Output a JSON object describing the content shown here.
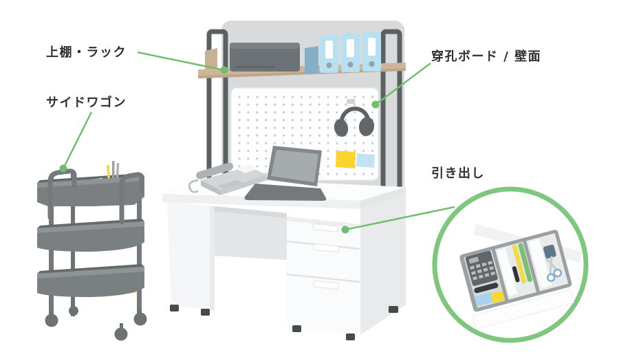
{
  "labels": {
    "top_shelf": "上棚・ラック",
    "side_wagon": "サイドワゴン",
    "pegboard_wall": "穿孔ボード / 壁面",
    "drawer": "引き出し"
  },
  "colors": {
    "accent_green": "#6fbe6e",
    "detail_ring_green": "#7fc67f",
    "wood_shelf": "#cdb69c",
    "binder_blue": "#b7e0f3",
    "sticky_yellow": "#fbd42f",
    "sticky_blue": "#c2e3f5",
    "metal_frame_gray": "#5b6063",
    "wagon_gray": "#7a7f82",
    "wall_panel_gray": "#d8dadb"
  }
}
